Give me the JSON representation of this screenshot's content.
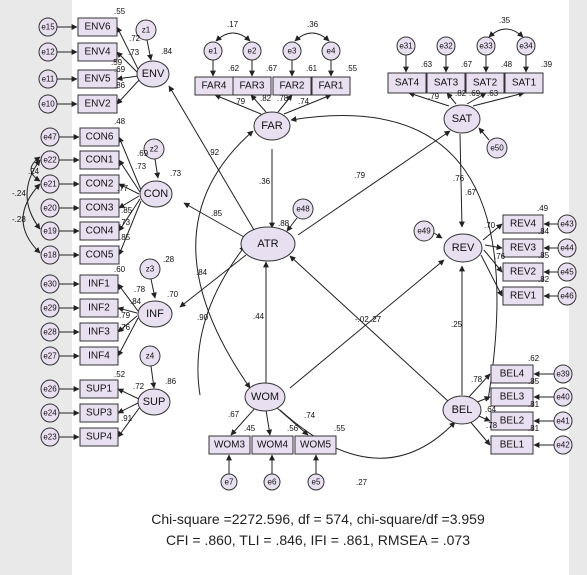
{
  "fit": {
    "line1": "Chi-square =2272.596, df = 574, chi-square/df =3.959",
    "line2": "CFI = .860, TLI = .846, IFI = .861, RMSEA = .073"
  },
  "latents": {
    "ENV": "ENV",
    "CON": "CON",
    "INF": "INF",
    "SUP": "SUP",
    "FAR": "FAR",
    "SAT": "SAT",
    "ATR": "ATR",
    "REV": "REV",
    "WOM": "WOM",
    "BEL": "BEL"
  },
  "indicators": [
    "ENV6",
    "ENV4",
    "ENV5",
    "ENV2",
    "CON6",
    "CON1",
    "CON2",
    "CON3",
    "CON4",
    "CON5",
    "INF1",
    "INF2",
    "INF3",
    "INF4",
    "SUP1",
    "SUP3",
    "SUP4",
    "FAR4",
    "FAR3",
    "FAR2",
    "FAR1",
    "SAT4",
    "SAT3",
    "SAT2",
    "SAT1",
    "REV4",
    "REV3",
    "REV2",
    "REV1",
    "BEL4",
    "BEL3",
    "BEL2",
    "BEL1",
    "WOM3",
    "WOM4",
    "WOM5"
  ],
  "errors": [
    "e15",
    "e12",
    "e11",
    "e10",
    "e47",
    "e22",
    "e21",
    "e20",
    "e19",
    "e18",
    "e30",
    "e29",
    "e28",
    "e27",
    "e26",
    "e24",
    "e23",
    "e1",
    "e2",
    "e3",
    "e4",
    "e31",
    "e32",
    "e33",
    "e34",
    "e43",
    "e44",
    "e45",
    "e46",
    "e39",
    "e40",
    "e41",
    "e42",
    "e7",
    "e6",
    "e5",
    "z1",
    "z2",
    "z3",
    "z4",
    "e48",
    "e49",
    "e50"
  ],
  "structural": {
    "ATR_ENV": ".85",
    "ATR_CON": ".84",
    "ATR_INF": ".90",
    "ENV_r2": ".84",
    "CON_r2": ".73",
    "INF_r2": ".70",
    "SUP_r2": ".86",
    "FAR_ATR": ".36",
    "ATR_r2": ".88",
    "SAT_ATR": ".79",
    "SAT_REV": ".76",
    "REV_r2": ".67",
    "BEL_REV": ".25",
    "WOM_ATR": ".44",
    "BEL_ATR": "-.02",
    "WOM_REV": ".27",
    "WOM_BEL": ".27",
    "FAR_WOM": ".92",
    "INF_r2b": ".28"
  },
  "loadings": {
    "ENV": [
      ".55",
      ".72",
      ".73",
      ".69",
      ".59",
      ".86"
    ],
    "CON": [
      ".48",
      ".69",
      ".73",
      ".77",
      ".85",
      ".73",
      ".85"
    ],
    "INF": [
      ".60",
      ".78",
      ".84",
      ".79",
      ".76"
    ],
    "SUP": [
      ".52",
      ".72",
      ".91"
    ],
    "FAR": [
      ".62",
      ".67",
      ".61",
      ".55",
      ".79",
      ".82",
      ".78",
      ".74"
    ],
    "SAT": [
      ".63",
      ".67",
      ".48",
      ".39",
      ".79",
      ".82",
      ".69",
      ".63"
    ],
    "REV": [
      ".49",
      ".70",
      ".84",
      ".76",
      ".85",
      ".82"
    ],
    "BEL": [
      ".62",
      ".78",
      ".85",
      ".81",
      ".64",
      ".81",
      ".78"
    ],
    "WOM": [
      ".67",
      ".45",
      ".56",
      ".74",
      ".55"
    ],
    "correlations": [
      ".17",
      ".36",
      ".35",
      "-.24",
      "-.28",
      ".24"
    ]
  }
}
